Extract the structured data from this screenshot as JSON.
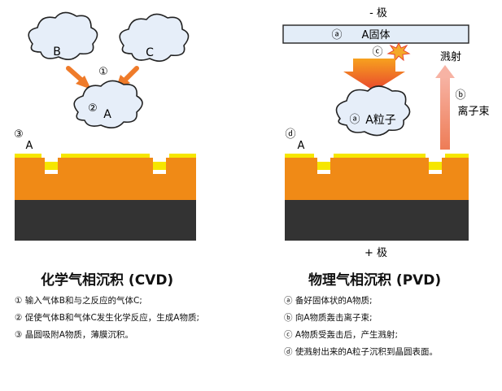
{
  "cvd": {
    "gas_b": "B",
    "gas_c": "C",
    "step1_marker": "①",
    "reaction_marker": "②",
    "reaction_label": "A",
    "wafer_marker": "③",
    "film_label": "A",
    "title": "化学气相沉积 (CVD)",
    "steps": [
      "① 输入气体B和与之反应的气体C;",
      "② 促使气体B和气体C发生化学反应，生成A物质;",
      "③ 晶圆吸附A物质，薄膜沉积。"
    ]
  },
  "pvd": {
    "minus_pole": "- 极",
    "target_marker": "ⓐ",
    "target_label": "A固体",
    "impact_marker": "ⓒ",
    "sputter_label": "溅射",
    "ion_marker": "ⓑ",
    "ion_label": "离子束",
    "particle_marker": "ⓐ",
    "particle_label": "A粒子",
    "wafer_marker": "ⓓ",
    "film_label": "A",
    "plus_pole": "+ 极",
    "title": "物理气相沉积 (PVD)",
    "steps": [
      "ⓐ 备好固体状的A物质;",
      "ⓑ 向A物质轰击离子束;",
      "ⓒ A物质受轰击后，产生溅射;",
      "ⓓ 使溅射出来的A粒子沉积到晶圆表面。"
    ]
  },
  "colors": {
    "film": "#f6e600",
    "layer": "#f08a16",
    "base": "#333333",
    "cloud_fill": "#e6eef9",
    "arrow": "#ef7b2a",
    "target_fill": "#e3edf8",
    "ion_arrow": "#f0906a"
  }
}
